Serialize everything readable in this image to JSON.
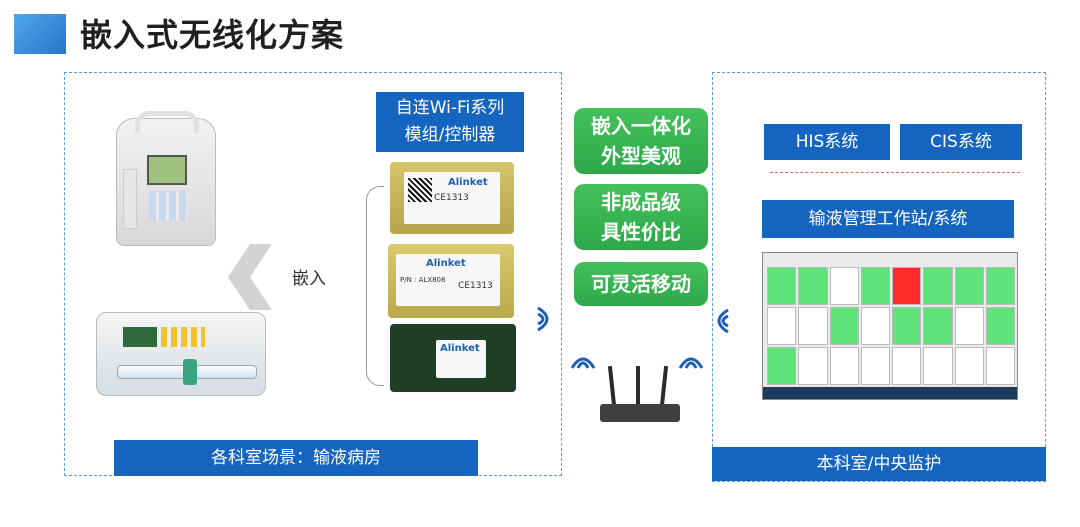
{
  "title": "嵌入式无线化方案",
  "left_panel": {
    "caption": "各科室场景：输液病房",
    "embed_label": "嵌入",
    "wifi_module_title_line1": "自连Wi-Fi系列",
    "wifi_module_title_line2": "模组/控制器",
    "module_brand": "Alinket",
    "module1_cert": "CE1313",
    "module2_pn": "P/N : ALX808",
    "module2_cert": "CE1313"
  },
  "features": {
    "pill1_line1": "嵌入一体化",
    "pill1_line2": "外型美观",
    "pill2_line1": "非成品级",
    "pill2_line2": "具性价比",
    "pill3": "可灵活移动"
  },
  "right_panel": {
    "his": "HIS系统",
    "cis": "CIS系统",
    "infusion_system": "输液管理工作站/系统",
    "caption": "本科室/中央监护"
  },
  "colors": {
    "accent_blue": "#1565c0",
    "green": "#2ea84a",
    "dash": "#5b9bd5"
  },
  "icons": {
    "wifi": "wifi-signal-icon",
    "arrow": "chevron-left-icon"
  }
}
